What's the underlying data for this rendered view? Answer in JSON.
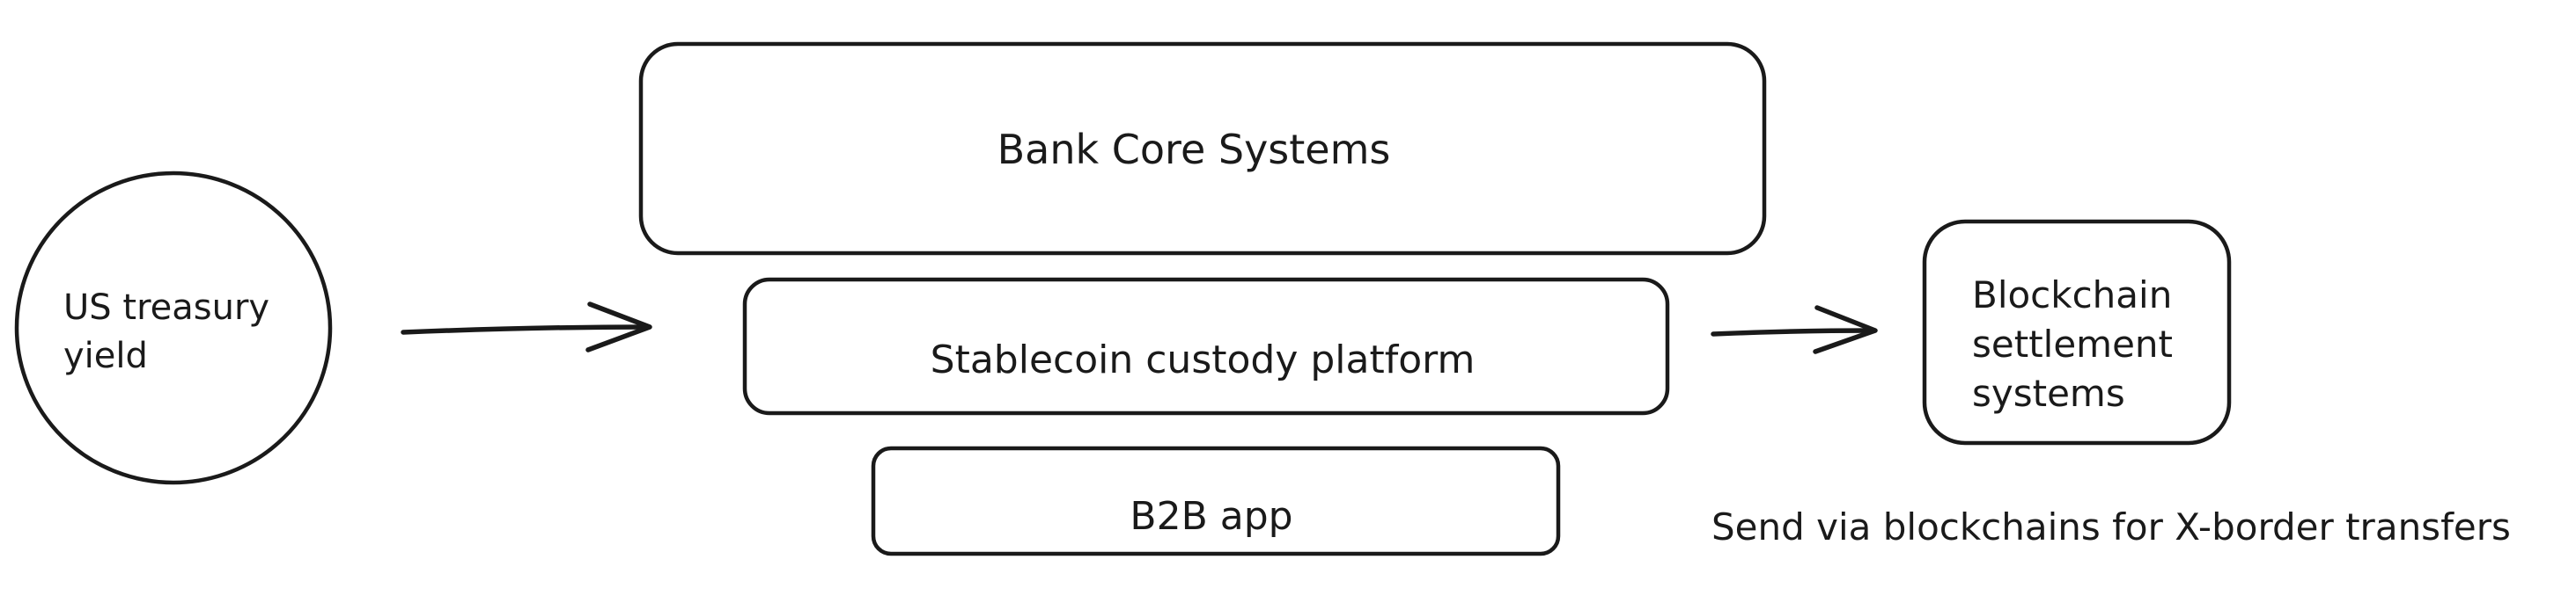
{
  "nodes": {
    "treasury": {
      "line1": "US treasury",
      "line2": "yield"
    },
    "bank_core": {
      "label": "Bank Core Systems"
    },
    "custody": {
      "label": "Stablecoin custody platform"
    },
    "b2b": {
      "label": "B2B app"
    },
    "blockchain": {
      "line1": "Blockchain",
      "line2": "settlement",
      "line3": "systems"
    }
  },
  "annotation": {
    "text": "Send via blockchains for X-border transfers"
  },
  "colors": {
    "stroke": "#1a1a1a",
    "background": "#ffffff"
  }
}
